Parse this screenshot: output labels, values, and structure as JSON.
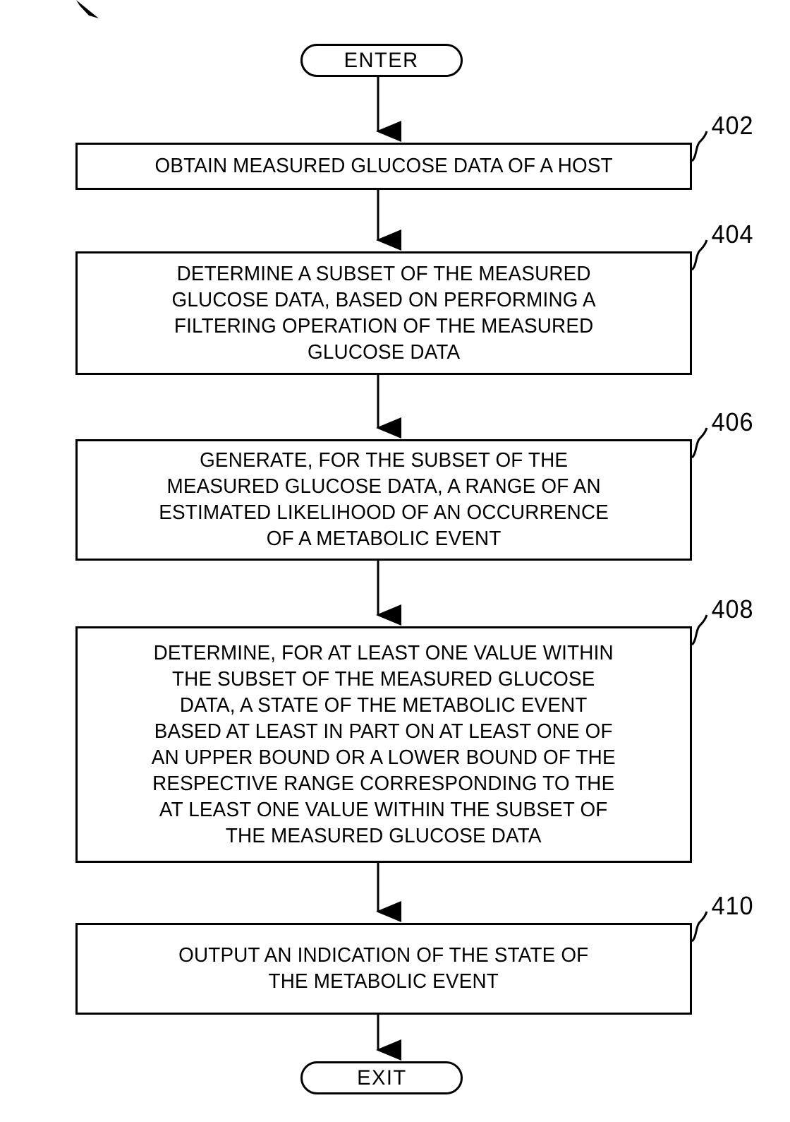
{
  "figure": {
    "type": "patent-flowchart",
    "title": "",
    "corner_artifact": "arrowhead-mark"
  },
  "nodes": {
    "enter": {
      "shape": "terminator",
      "label": "ENTER"
    },
    "exit": {
      "shape": "terminator",
      "label": "EXIT"
    },
    "step_402": {
      "shape": "process",
      "ref": "402",
      "label": "OBTAIN MEASURED GLUCOSE DATA OF A HOST"
    },
    "step_404": {
      "shape": "process",
      "ref": "404",
      "label": "DETERMINE A SUBSET OF THE MEASURED\nGLUCOSE DATA, BASED ON PERFORMING A\nFILTERING OPERATION OF THE MEASURED\nGLUCOSE DATA"
    },
    "step_406": {
      "shape": "process",
      "ref": "406",
      "label": "GENERATE, FOR THE SUBSET OF THE\nMEASURED GLUCOSE DATA, A RANGE OF AN\nESTIMATED LIKELIHOOD OF AN OCCURRENCE\nOF A METABOLIC EVENT"
    },
    "step_408": {
      "shape": "process",
      "ref": "408",
      "label": "DETERMINE, FOR AT LEAST ONE VALUE WITHIN\nTHE SUBSET OF THE MEASURED GLUCOSE\nDATA, A STATE OF THE METABOLIC EVENT\nBASED AT LEAST IN PART ON AT LEAST ONE OF\nAN UPPER BOUND OR A LOWER BOUND OF THE\nRESPECTIVE RANGE CORRESPONDING TO THE\nAT LEAST ONE VALUE WITHIN THE SUBSET OF\nTHE MEASURED GLUCOSE DATA"
    },
    "step_410": {
      "shape": "process",
      "ref": "410",
      "label": "OUTPUT AN INDICATION OF THE STATE OF\nTHE METABOLIC EVENT"
    }
  },
  "edges": [
    {
      "from": "enter",
      "to": "step_402",
      "arrow": "down"
    },
    {
      "from": "step_402",
      "to": "step_404",
      "arrow": "down"
    },
    {
      "from": "step_404",
      "to": "step_406",
      "arrow": "down"
    },
    {
      "from": "step_406",
      "to": "step_408",
      "arrow": "down"
    },
    {
      "from": "step_408",
      "to": "step_410",
      "arrow": "down"
    },
    {
      "from": "step_410",
      "to": "exit",
      "arrow": "down"
    }
  ],
  "colors": {
    "stroke": "#000000",
    "background": "#ffffff"
  }
}
